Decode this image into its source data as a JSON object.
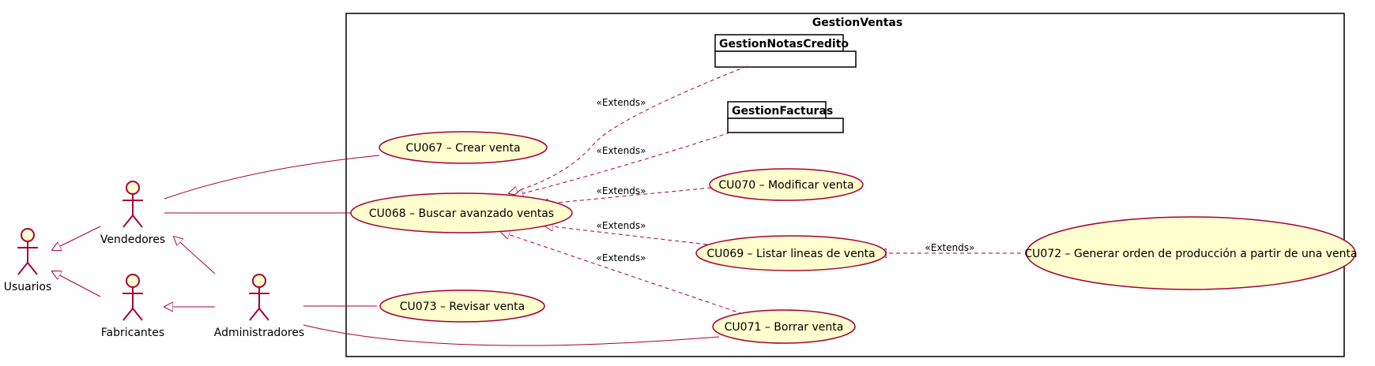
{
  "boundary": {
    "title": "GestionVentas"
  },
  "colors": {
    "actor_stroke": "#A80036",
    "actor_fill": "#FEFECE",
    "usecase_fill": "#FEFECE",
    "usecase_stroke": "#A80036",
    "relation": "#A80036",
    "package_fill": "#FFFFFF",
    "boundary_stroke": "#000000"
  },
  "actors": {
    "usuarios": "Usuarios",
    "vendedores": "Vendedores",
    "fabricantes": "Fabricantes",
    "administradores": "Administradores"
  },
  "packages": {
    "notas_credito": "GestionNotasCredito",
    "facturas": "GestionFacturas"
  },
  "usecases": {
    "cu067": "CU067 – Crear venta",
    "cu068": "CU068 – Buscar avanzado ventas",
    "cu069": "CU069 – Listar lineas de venta",
    "cu070": "CU070 – Modificar venta",
    "cu071": "CU071 – Borrar venta",
    "cu072": "CU072 – Generar orden de producción a partir de una venta",
    "cu073": "CU073 – Revisar venta"
  },
  "relations": {
    "extends": "«Extends»"
  }
}
